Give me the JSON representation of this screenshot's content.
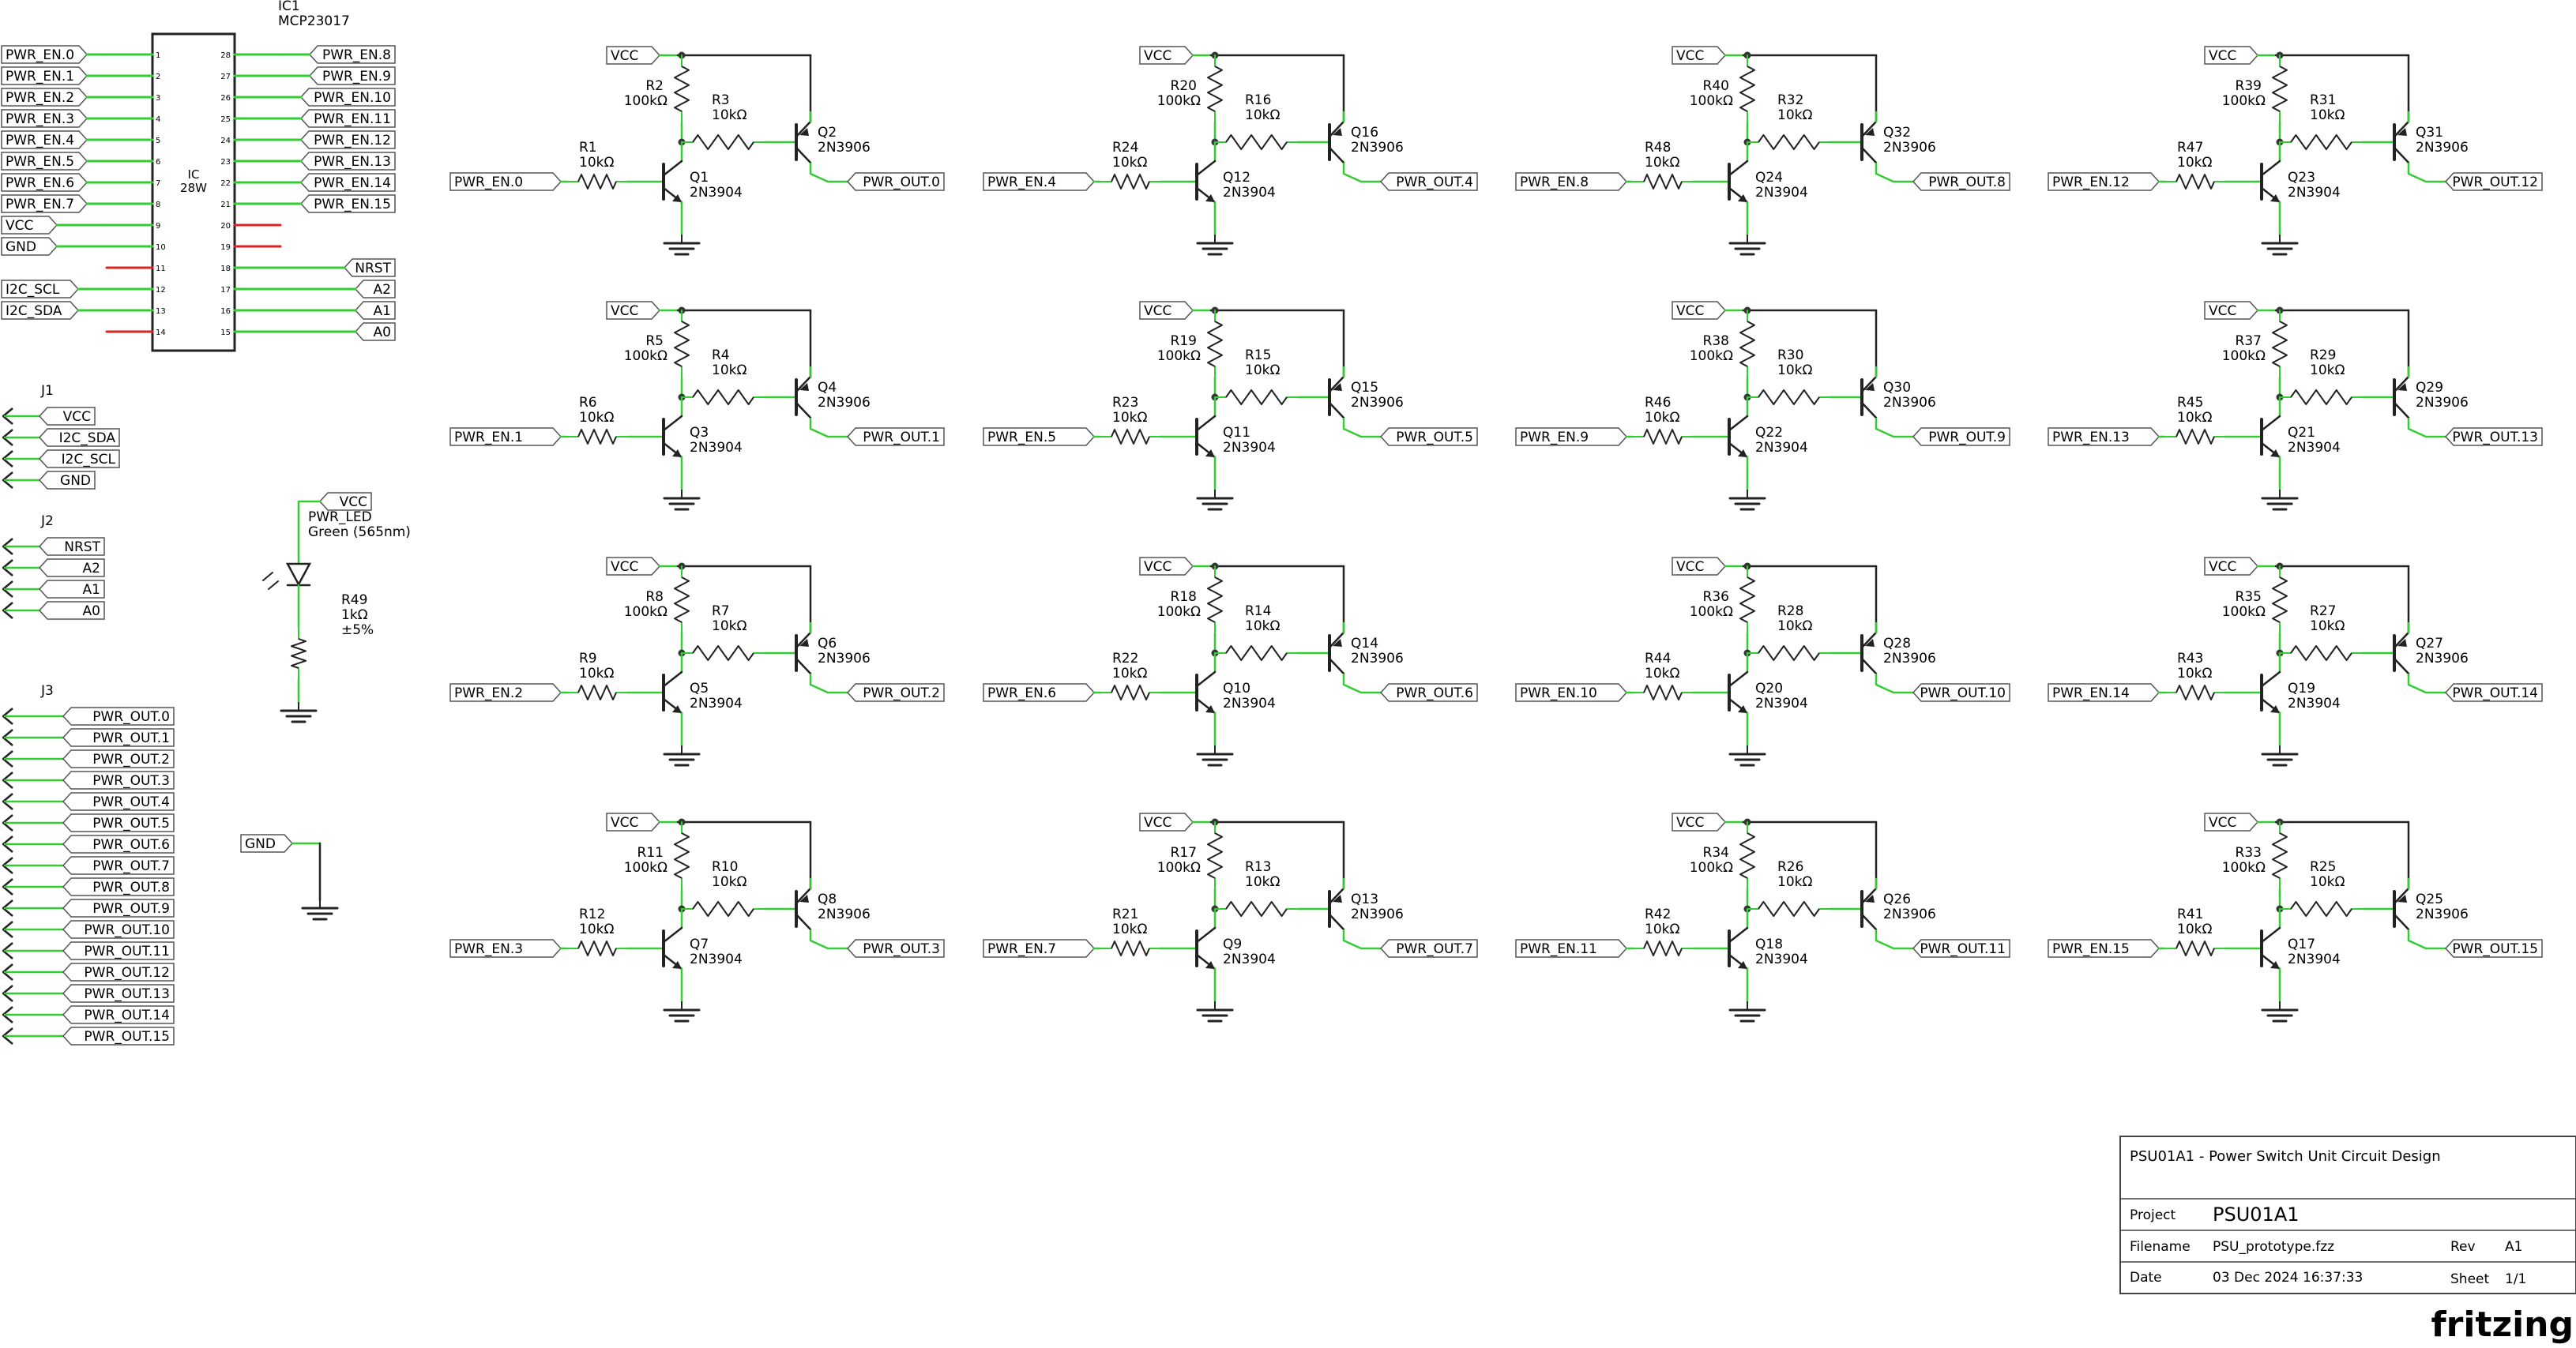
{
  "ic": {
    "designator": "IC1",
    "part": "MCP23017",
    "body_label_1": "IC",
    "body_label_2": "28W",
    "left_pins": [
      {
        "num": "1",
        "net": "PWR_EN.0"
      },
      {
        "num": "2",
        "net": "PWR_EN.1"
      },
      {
        "num": "3",
        "net": "PWR_EN.2"
      },
      {
        "num": "4",
        "net": "PWR_EN.3"
      },
      {
        "num": "5",
        "net": "PWR_EN.4"
      },
      {
        "num": "6",
        "net": "PWR_EN.5"
      },
      {
        "num": "7",
        "net": "PWR_EN.6"
      },
      {
        "num": "8",
        "net": "PWR_EN.7"
      },
      {
        "num": "9",
        "net": "VCC"
      },
      {
        "num": "10",
        "net": "GND"
      },
      {
        "num": "11",
        "net": ""
      },
      {
        "num": "12",
        "net": "I2C_SCL"
      },
      {
        "num": "13",
        "net": "I2C_SDA"
      },
      {
        "num": "14",
        "net": ""
      }
    ],
    "right_pins": [
      {
        "num": "28",
        "net": "PWR_EN.8"
      },
      {
        "num": "27",
        "net": "PWR_EN.9"
      },
      {
        "num": "26",
        "net": "PWR_EN.10"
      },
      {
        "num": "25",
        "net": "PWR_EN.11"
      },
      {
        "num": "24",
        "net": "PWR_EN.12"
      },
      {
        "num": "23",
        "net": "PWR_EN.13"
      },
      {
        "num": "22",
        "net": "PWR_EN.14"
      },
      {
        "num": "21",
        "net": "PWR_EN.15"
      },
      {
        "num": "20",
        "net": ""
      },
      {
        "num": "19",
        "net": ""
      },
      {
        "num": "18",
        "net": "NRST"
      },
      {
        "num": "17",
        "net": "A2"
      },
      {
        "num": "16",
        "net": "A1"
      },
      {
        "num": "15",
        "net": "A0"
      }
    ]
  },
  "connectors": [
    {
      "name": "J1",
      "pins": [
        "VCC",
        "I2C_SDA",
        "I2C_SCL",
        "GND"
      ]
    },
    {
      "name": "J2",
      "pins": [
        "NRST",
        "A2",
        "A1",
        "A0"
      ]
    },
    {
      "name": "J3",
      "pins": [
        "PWR_OUT.0",
        "PWR_OUT.1",
        "PWR_OUT.2",
        "PWR_OUT.3",
        "PWR_OUT.4",
        "PWR_OUT.5",
        "PWR_OUT.6",
        "PWR_OUT.7",
        "PWR_OUT.8",
        "PWR_OUT.9",
        "PWR_OUT.10",
        "PWR_OUT.11",
        "PWR_OUT.12",
        "PWR_OUT.13",
        "PWR_OUT.14",
        "PWR_OUT.15"
      ]
    }
  ],
  "led": {
    "net": "VCC",
    "name": "PWR_LED",
    "desc": "Green (565nm)",
    "resistor": "R49",
    "value": "1kΩ",
    "tolerance": "±5%"
  },
  "gnd_label": "GND",
  "cells": [
    {
      "vcc": "VCC",
      "rpull": "R2",
      "rpull_val": "100kΩ",
      "rbase": "R3",
      "rbase_val": "10kΩ",
      "rin": "R1",
      "rin_val": "10kΩ",
      "npn": "Q1",
      "npn_type": "2N3904",
      "pnp": "Q2",
      "pnp_type": "2N3906",
      "in": "PWR_EN.0",
      "out": "PWR_OUT.0"
    },
    {
      "vcc": "VCC",
      "rpull": "R20",
      "rpull_val": "100kΩ",
      "rbase": "R16",
      "rbase_val": "10kΩ",
      "rin": "R24",
      "rin_val": "10kΩ",
      "npn": "Q12",
      "npn_type": "2N3904",
      "pnp": "Q16",
      "pnp_type": "2N3906",
      "in": "PWR_EN.4",
      "out": "PWR_OUT.4"
    },
    {
      "vcc": "VCC",
      "rpull": "R40",
      "rpull_val": "100kΩ",
      "rbase": "R32",
      "rbase_val": "10kΩ",
      "rin": "R48",
      "rin_val": "10kΩ",
      "npn": "Q24",
      "npn_type": "2N3904",
      "pnp": "Q32",
      "pnp_type": "2N3906",
      "in": "PWR_EN.8",
      "out": "PWR_OUT.8"
    },
    {
      "vcc": "VCC",
      "rpull": "R39",
      "rpull_val": "100kΩ",
      "rbase": "R31",
      "rbase_val": "10kΩ",
      "rin": "R47",
      "rin_val": "10kΩ",
      "npn": "Q23",
      "npn_type": "2N3904",
      "pnp": "Q31",
      "pnp_type": "2N3906",
      "in": "PWR_EN.12",
      "out": "PWR_OUT.12"
    },
    {
      "vcc": "VCC",
      "rpull": "R5",
      "rpull_val": "100kΩ",
      "rbase": "R4",
      "rbase_val": "10kΩ",
      "rin": "R6",
      "rin_val": "10kΩ",
      "npn": "Q3",
      "npn_type": "2N3904",
      "pnp": "Q4",
      "pnp_type": "2N3906",
      "in": "PWR_EN.1",
      "out": "PWR_OUT.1"
    },
    {
      "vcc": "VCC",
      "rpull": "R19",
      "rpull_val": "100kΩ",
      "rbase": "R15",
      "rbase_val": "10kΩ",
      "rin": "R23",
      "rin_val": "10kΩ",
      "npn": "Q11",
      "npn_type": "2N3904",
      "pnp": "Q15",
      "pnp_type": "2N3906",
      "in": "PWR_EN.5",
      "out": "PWR_OUT.5"
    },
    {
      "vcc": "VCC",
      "rpull": "R38",
      "rpull_val": "100kΩ",
      "rbase": "R30",
      "rbase_val": "10kΩ",
      "rin": "R46",
      "rin_val": "10kΩ",
      "npn": "Q22",
      "npn_type": "2N3904",
      "pnp": "Q30",
      "pnp_type": "2N3906",
      "in": "PWR_EN.9",
      "out": "PWR_OUT.9"
    },
    {
      "vcc": "VCC",
      "rpull": "R37",
      "rpull_val": "100kΩ",
      "rbase": "R29",
      "rbase_val": "10kΩ",
      "rin": "R45",
      "rin_val": "10kΩ",
      "npn": "Q21",
      "npn_type": "2N3904",
      "pnp": "Q29",
      "pnp_type": "2N3906",
      "in": "PWR_EN.13",
      "out": "PWR_OUT.13"
    },
    {
      "vcc": "VCC",
      "rpull": "R8",
      "rpull_val": "100kΩ",
      "rbase": "R7",
      "rbase_val": "10kΩ",
      "rin": "R9",
      "rin_val": "10kΩ",
      "npn": "Q5",
      "npn_type": "2N3904",
      "pnp": "Q6",
      "pnp_type": "2N3906",
      "in": "PWR_EN.2",
      "out": "PWR_OUT.2"
    },
    {
      "vcc": "VCC",
      "rpull": "R18",
      "rpull_val": "100kΩ",
      "rbase": "R14",
      "rbase_val": "10kΩ",
      "rin": "R22",
      "rin_val": "10kΩ",
      "npn": "Q10",
      "npn_type": "2N3904",
      "pnp": "Q14",
      "pnp_type": "2N3906",
      "in": "PWR_EN.6",
      "out": "PWR_OUT.6"
    },
    {
      "vcc": "VCC",
      "rpull": "R36",
      "rpull_val": "100kΩ",
      "rbase": "R28",
      "rbase_val": "10kΩ",
      "rin": "R44",
      "rin_val": "10kΩ",
      "npn": "Q20",
      "npn_type": "2N3904",
      "pnp": "Q28",
      "pnp_type": "2N3906",
      "in": "PWR_EN.10",
      "out": "PWR_OUT.10"
    },
    {
      "vcc": "VCC",
      "rpull": "R35",
      "rpull_val": "100kΩ",
      "rbase": "R27",
      "rbase_val": "10kΩ",
      "rin": "R43",
      "rin_val": "10kΩ",
      "npn": "Q19",
      "npn_type": "2N3904",
      "pnp": "Q27",
      "pnp_type": "2N3906",
      "in": "PWR_EN.14",
      "out": "PWR_OUT.14"
    },
    {
      "vcc": "VCC",
      "rpull": "R11",
      "rpull_val": "100kΩ",
      "rbase": "R10",
      "rbase_val": "10kΩ",
      "rin": "R12",
      "rin_val": "10kΩ",
      "npn": "Q7",
      "npn_type": "2N3904",
      "pnp": "Q8",
      "pnp_type": "2N3906",
      "in": "PWR_EN.3",
      "out": "PWR_OUT.3"
    },
    {
      "vcc": "VCC",
      "rpull": "R17",
      "rpull_val": "100kΩ",
      "rbase": "R13",
      "rbase_val": "10kΩ",
      "rin": "R21",
      "rin_val": "10kΩ",
      "npn": "Q9",
      "npn_type": "2N3904",
      "pnp": "Q13",
      "pnp_type": "2N3906",
      "in": "PWR_EN.7",
      "out": "PWR_OUT.7"
    },
    {
      "vcc": "VCC",
      "rpull": "R34",
      "rpull_val": "100kΩ",
      "rbase": "R26",
      "rbase_val": "10kΩ",
      "rin": "R42",
      "rin_val": "10kΩ",
      "npn": "Q18",
      "npn_type": "2N3904",
      "pnp": "Q26",
      "pnp_type": "2N3906",
      "in": "PWR_EN.11",
      "out": "PWR_OUT.11"
    },
    {
      "vcc": "VCC",
      "rpull": "R33",
      "rpull_val": "100kΩ",
      "rbase": "R25",
      "rbase_val": "10kΩ",
      "rin": "R41",
      "rin_val": "10kΩ",
      "npn": "Q17",
      "npn_type": "2N3904",
      "pnp": "Q25",
      "pnp_type": "2N3906",
      "in": "PWR_EN.15",
      "out": "PWR_OUT.15"
    }
  ],
  "title_block": {
    "title": "PSU01A1 - Power Switch Unit Circuit Design",
    "project_label": "Project",
    "project": "PSU01A1",
    "filename_label": "Filename",
    "filename": "PSU_prototype.fzz",
    "rev_label": "Rev",
    "rev": "A1",
    "date_label": "Date",
    "date": "03 Dec 2024 16:37:33",
    "sheet_label": "Sheet",
    "sheet": "1/1"
  },
  "logo": "fritzing",
  "colors": {
    "wire": "#222222",
    "pin": "#33cc33",
    "label_fill": "#ffffff",
    "unconnected": "#dd2222",
    "logo": "#999999"
  }
}
